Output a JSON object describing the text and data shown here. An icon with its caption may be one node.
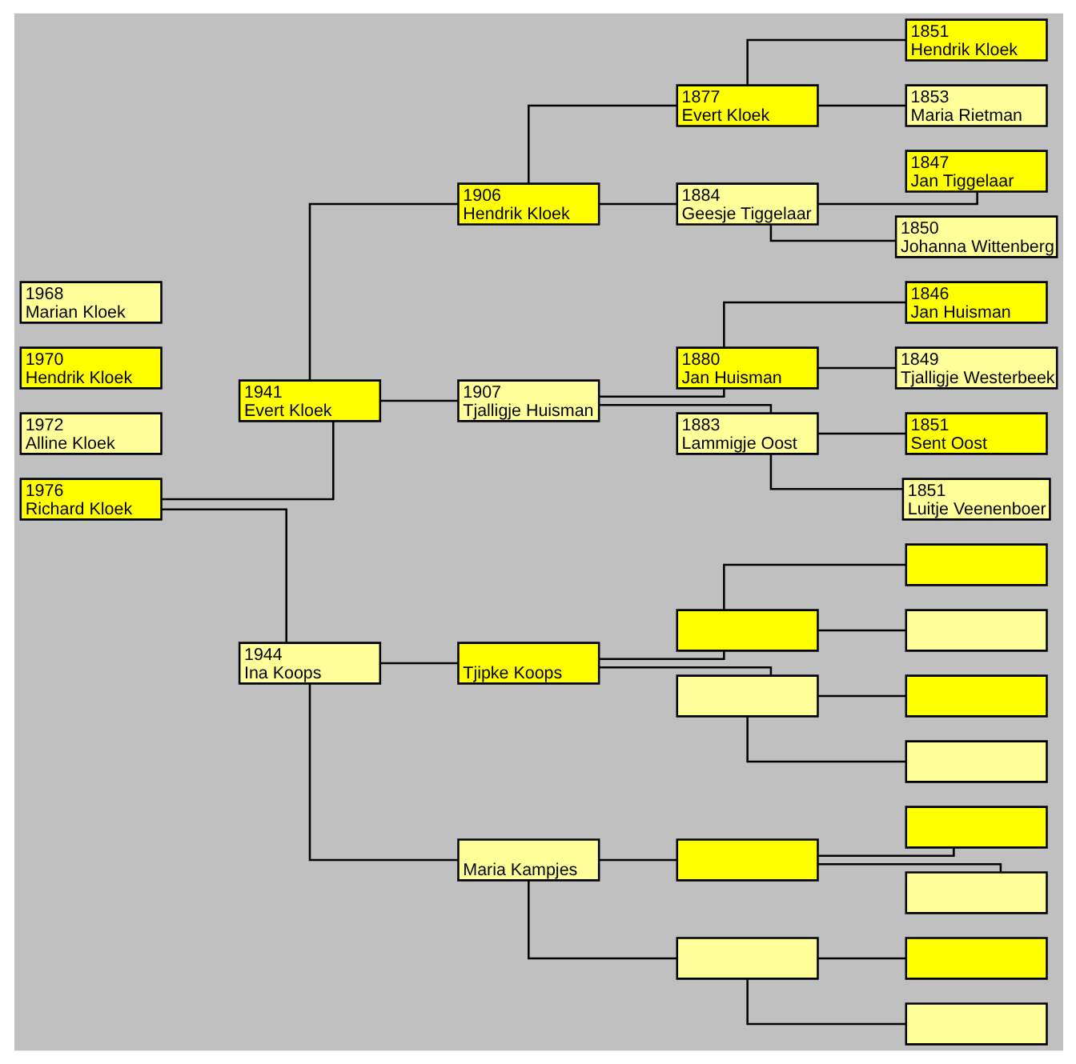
{
  "diagram": {
    "nodes": [
      {
        "text": [
          "1968",
          "Marian Kloek"
        ]
      },
      {
        "text": [
          "1970",
          "Hendrik Kloek"
        ]
      },
      {
        "text": [
          "1972",
          "Alline Kloek"
        ]
      },
      {
        "text": [
          "1976",
          "Richard Kloek"
        ]
      },
      {
        "text": [
          "1941",
          "Evert Kloek"
        ]
      },
      {
        "text": [
          "1944",
          "Ina Koops"
        ]
      },
      {
        "text": [
          "1906",
          "Hendrik Kloek"
        ]
      },
      {
        "text": [
          "1907",
          "Tjalligje Huisman"
        ]
      },
      {
        "text": [
          "Tjipke Koops"
        ]
      },
      {
        "text": [
          "Maria Kampjes"
        ]
      },
      {
        "text": [
          "1877",
          "Evert Kloek"
        ]
      },
      {
        "text": [
          "1884",
          "Geesje Tiggelaar"
        ]
      },
      {
        "text": [
          "1880",
          "Jan Huisman"
        ]
      },
      {
        "text": [
          "1883",
          "Lammigje Oost"
        ]
      },
      {
        "text": [],
        "shape": "box"
      },
      {
        "text": [],
        "shape": "box"
      },
      {
        "text": [],
        "shape": "box"
      },
      {
        "text": [],
        "shape": "box"
      },
      {
        "text": [
          "1851",
          "Hendrik Kloek"
        ]
      },
      {
        "text": [
          "1853",
          "Maria Rietman"
        ]
      },
      {
        "text": [
          "1847",
          "Jan Tiggelaar"
        ]
      },
      {
        "text": [
          "1850",
          "Johanna Wittenberg"
        ]
      },
      {
        "text": [
          "1846",
          "Jan Huisman"
        ]
      },
      {
        "text": [
          "1849",
          "Tjalligje Westerbeek"
        ]
      },
      {
        "text": [
          "1851",
          "Sent Oost"
        ]
      },
      {
        "text": [
          "1851",
          "Luitje Veenenboer"
        ]
      },
      {
        "text": [],
        "shape": "box"
      },
      {
        "text": [],
        "shape": "box"
      },
      {
        "text": [],
        "shape": "box"
      },
      {
        "text": [],
        "shape": "box"
      },
      {
        "text": [],
        "shape": "box"
      },
      {
        "text": [],
        "shape": "box"
      },
      {
        "text": [],
        "shape": "box"
      },
      {
        "text": [],
        "shape": "box"
      }
    ],
    "edges": [
      {
        "from": 3,
        "to": 4,
        "arrow": "none"
      },
      {
        "from": 3,
        "to": 5,
        "arrow": "none"
      },
      {
        "from": 4,
        "to": 6,
        "arrow": "none"
      },
      {
        "from": 4,
        "to": 7,
        "arrow": "none"
      },
      {
        "from": 5,
        "to": 8,
        "arrow": "none"
      },
      {
        "from": 5,
        "to": 9,
        "arrow": "none"
      },
      {
        "from": 6,
        "to": 10,
        "arrow": "none"
      },
      {
        "from": 6,
        "to": 11,
        "arrow": "none"
      },
      {
        "from": 7,
        "to": 12,
        "arrow": "none"
      },
      {
        "from": 7,
        "to": 13,
        "arrow": "none"
      },
      {
        "from": 8,
        "to": 14,
        "arrow": "none"
      },
      {
        "from": 8,
        "to": 15,
        "arrow": "none"
      },
      {
        "from": 9,
        "to": 16,
        "arrow": "none"
      },
      {
        "from": 9,
        "to": 17,
        "arrow": "none"
      },
      {
        "from": 10,
        "to": 18,
        "arrow": "none"
      },
      {
        "from": 10,
        "to": 19,
        "arrow": "none"
      },
      {
        "from": 11,
        "to": 20,
        "arrow": "none"
      },
      {
        "from": 11,
        "to": 21,
        "arrow": "none"
      },
      {
        "from": 12,
        "to": 22,
        "arrow": "none"
      },
      {
        "from": 12,
        "to": 23,
        "arrow": "none"
      },
      {
        "from": 13,
        "to": 24,
        "arrow": "none"
      },
      {
        "from": 13,
        "to": 25,
        "arrow": "none"
      },
      {
        "from": 14,
        "to": 26,
        "arrow": "none"
      },
      {
        "from": 14,
        "to": 27,
        "arrow": "none"
      },
      {
        "from": 15,
        "to": 28,
        "arrow": "none"
      },
      {
        "from": 15,
        "to": 29,
        "arrow": "none"
      },
      {
        "from": 16,
        "to": 30,
        "arrow": "none"
      },
      {
        "from": 16,
        "to": 31,
        "arrow": "none"
      },
      {
        "from": 17,
        "to": 32,
        "arrow": "none"
      },
      {
        "from": 17,
        "to": 33,
        "arrow": "none"
      }
    ]
  }
}
